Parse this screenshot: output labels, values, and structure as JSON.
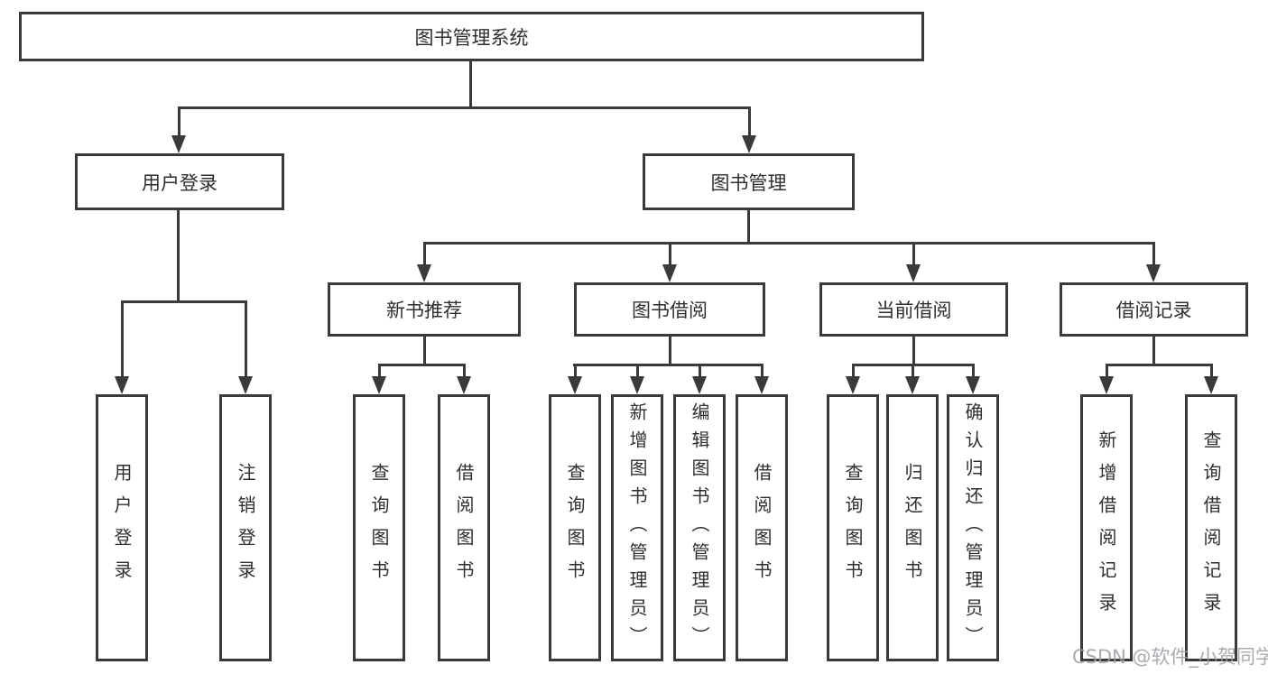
{
  "nodes": {
    "root": "图书管理系统",
    "level2": [
      "用户登录",
      "图书管理"
    ],
    "level3": [
      "新书推荐",
      "图书借阅",
      "当前借阅",
      "借阅记录"
    ],
    "leaves": [
      "用户登录",
      "注销登录",
      "查询图书",
      "借阅图书",
      "查询图书",
      "新增图书（管理员）",
      "编辑图书（管理员）",
      "借阅图书",
      "查询图书",
      "归还图书",
      "确认归还（管理员）",
      "新增借阅记录",
      "查询借阅记录"
    ]
  },
  "watermark": "CSDN @软件_小贺同学",
  "colors": {
    "line": "#3a3a3a",
    "text": "#2f2f2f",
    "background": "#ffffff",
    "watermark": "#999ea3"
  }
}
